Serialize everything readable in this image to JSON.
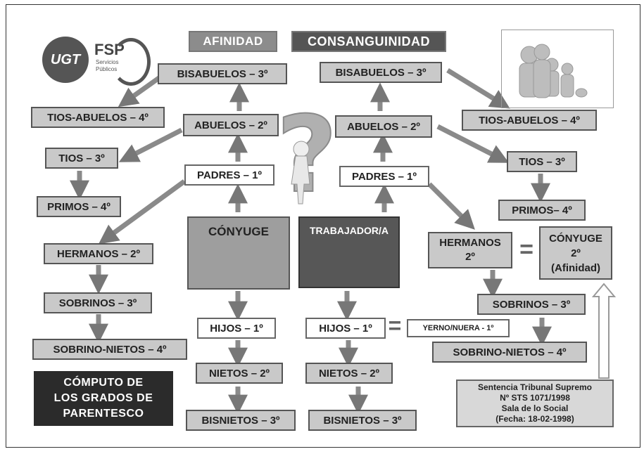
{
  "headers": {
    "affinity": "AFINIDAD",
    "consanguinity": "CONSANGUINIDAD"
  },
  "logo": {
    "ugt": "UGT",
    "fsp": "FSP",
    "fsp_sub1": "Servicios",
    "fsp_sub2": "Públicos"
  },
  "left": {
    "bisabuelos": "BISABUELOS – 3º",
    "tios_abuelos": "TIOS-ABUELOS – 4º",
    "abuelos": "ABUELOS – 2º",
    "tios": "TIOS – 3º",
    "padres": "PADRES – 1º",
    "primos": "PRIMOS – 4º",
    "conyuge": "CÓNYUGE",
    "hermanos": "HERMANOS – 2º",
    "sobrinos": "SOBRINOS – 3º",
    "sobrino_nietos": "SOBRINO-NIETOS – 4º",
    "hijos": "HIJOS – 1º",
    "nietos": "NIETOS – 2º",
    "bisnietos": "BISNIETOS – 3º"
  },
  "right": {
    "bisabuelos": "BISABUELOS – 3º",
    "tios_abuelos": "TIOS-ABUELOS – 4º",
    "abuelos": "ABUELOS – 2º",
    "tios": "TIOS – 3º",
    "padres": "PADRES – 1º",
    "primos": "PRIMOS– 4º",
    "trabajador": "TRABAJADOR/A",
    "hermanos_line1": "HERMANOS",
    "hermanos_line2": "2º",
    "equals": "=",
    "conyuge_line1": "CÓNYUGE",
    "conyuge_line2": "2º",
    "conyuge_line3": "(Afinidad)",
    "sobrinos": "SOBRINOS – 3º",
    "sobrino_nietos": "SOBRINO-NIETOS – 4º",
    "hijos": "HIJOS – 1º",
    "hijos_equals": "=",
    "yerno": "YERNO/NUERA - 1º",
    "nietos": "NIETOS – 2º",
    "bisnietos": "BISNIETOS – 3º"
  },
  "computo": {
    "line1": "CÓMPUTO DE",
    "line2": "LOS GRADOS DE",
    "line3": "PARENTESCO"
  },
  "sentencia": {
    "line1": "Sentencia Tribunal Supremo",
    "line2": "Nº STS 1071/1998",
    "line3": "Sala de lo Social",
    "line4": "(Fecha: 18-02-1998)"
  },
  "question_mark": "?",
  "colors": {
    "box": "#c9c9c9",
    "arrow": "#8a8a8a",
    "dark": "#555555",
    "header": "#8c8c8c",
    "computo": "#2b2b2b"
  }
}
